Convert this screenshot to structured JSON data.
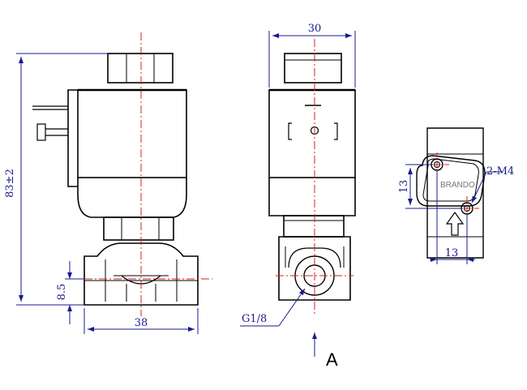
{
  "colors": {
    "outline": "#000000",
    "dimension": "#1a1a8c",
    "centerline": "#d42020",
    "background": "#ffffff"
  },
  "dimensions": {
    "overall_height": "83±2",
    "port_height": "8.5",
    "body_width": "38",
    "coil_width": "30",
    "thread": "G1/8",
    "mount_spacing_vertical": "13",
    "mount_spacing_horizontal": "13",
    "mount_holes": "2-M4"
  },
  "labels": {
    "brand": "BRANDO",
    "view_arrow": "A"
  }
}
